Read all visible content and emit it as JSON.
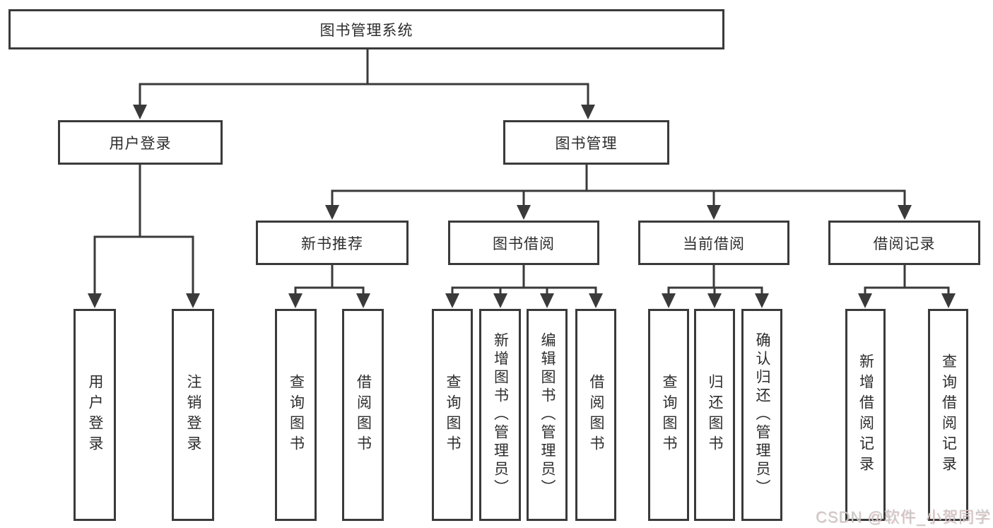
{
  "watermark": "CSDN @软件_小贺同学",
  "colors": {
    "line": "#3a3a3a",
    "box_border": "#3a3a3a",
    "text": "#2d2d2d",
    "watermark": "#c8c8c8",
    "bg": "#ffffff"
  },
  "tree": {
    "label": "图书管理系统",
    "children": [
      {
        "label": "用户登录",
        "children": [
          {
            "label": "用户登录"
          },
          {
            "label": "注销登录"
          }
        ]
      },
      {
        "label": "图书管理",
        "children": [
          {
            "label": "新书推荐",
            "children": [
              {
                "label": "查询图书"
              },
              {
                "label": "借阅图书"
              }
            ]
          },
          {
            "label": "图书借阅",
            "children": [
              {
                "label": "查询图书"
              },
              {
                "label": "新增图书（管理员）"
              },
              {
                "label": "编辑图书（管理员）"
              },
              {
                "label": "借阅图书"
              }
            ]
          },
          {
            "label": "当前借阅",
            "children": [
              {
                "label": "查询图书"
              },
              {
                "label": "归还图书"
              },
              {
                "label": "确认归还（管理员）"
              }
            ]
          },
          {
            "label": "借阅记录",
            "children": [
              {
                "label": "新增借阅记录"
              },
              {
                "label": "查询借阅记录"
              }
            ]
          }
        ]
      }
    ]
  }
}
